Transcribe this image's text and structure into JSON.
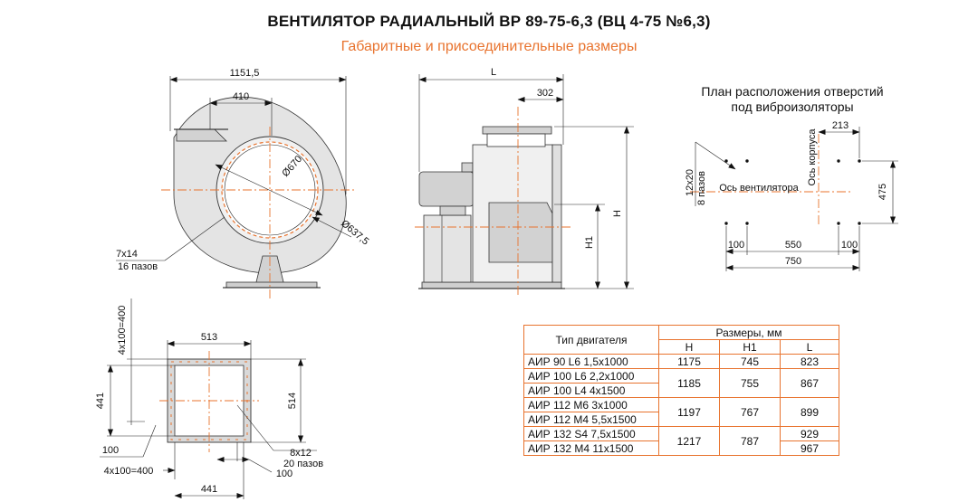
{
  "title": "ВЕНТИЛЯТОР РАДИАЛЬНЫЙ  ВР 89-75-6,3 (ВЦ 4-75 №6,3)",
  "subtitle": "Габаритные и присоединительные размеры",
  "colors": {
    "accent": "#e8732e",
    "line": "#111111",
    "fill": "#d2d2d2"
  },
  "front_view": {
    "dim_total_width": "1151,5",
    "dim_outlet_offset": "410",
    "dim_diameter_outer": "Ø670",
    "dim_diameter_bolt": "Ø637,5",
    "slot_size": "7х14",
    "slot_count": "16 пазов"
  },
  "side_view": {
    "dim_length": "L",
    "dim_outlet": "302",
    "dim_height": "H",
    "dim_axis_height": "H1"
  },
  "flange_view": {
    "dim_bolt_pitch_vertical": "4х100=400",
    "dim_width": "513",
    "dim_height_inner": "441",
    "dim_height_outer": "514",
    "dim_edge_offset": "100",
    "dim_bolt_pitch_horizontal": "4х100=400",
    "slot_size": "8х12",
    "slot_count": "20 пазов",
    "dim_edge_offset_bottom": "100",
    "dim_width_inner": "441"
  },
  "plan": {
    "title_line1": "План расположения отверстий",
    "title_line2": "под виброизоляторы",
    "axis_fan": "Ось вентилятора",
    "axis_body": "Ось корпуса",
    "hole_size": "12х20",
    "hole_count": "8 пазов",
    "dim_top": "213",
    "dim_right": "475",
    "dim_left_edge": "100",
    "dim_middle": "550",
    "dim_right_edge": "100",
    "dim_total": "750"
  },
  "table": {
    "col_motor": "Тип двигателя",
    "col_sizes": "Размеры, мм",
    "col_h": "H",
    "col_h1": "H1",
    "col_l": "L",
    "rows": [
      {
        "motor": "АИР 90 L6 1,5х1000",
        "h": "1175",
        "h1": "745",
        "l": "823"
      },
      {
        "motor": "АИР 100 L6 2,2х1000",
        "h": "1185",
        "h1": "755",
        "l": "867"
      },
      {
        "motor": "АИР 100 L4 4х1500"
      },
      {
        "motor": "АИР 112 М6 3х1000",
        "h": "1197",
        "h1": "767",
        "l": "899"
      },
      {
        "motor": "АИР 112 М4 5,5х1500"
      },
      {
        "motor": "АИР 132 S4 7,5х1500",
        "h": "1217",
        "h1": "787",
        "l": "929"
      },
      {
        "motor": "АИР 132 М4 11х1500",
        "l": "967"
      }
    ]
  }
}
